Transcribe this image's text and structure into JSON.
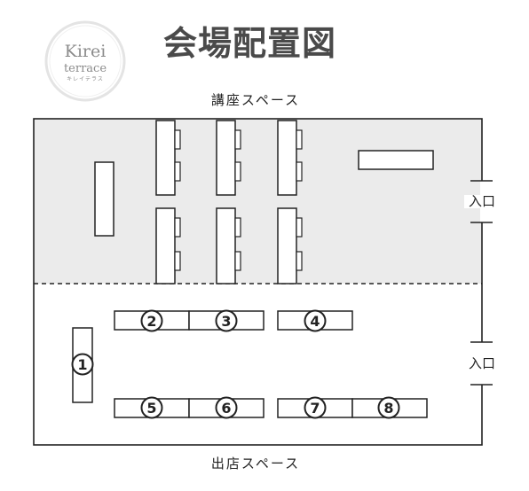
{
  "logo": {
    "name": "Kirei",
    "sub": "terrace",
    "kana": "キレイテラス"
  },
  "title": "会場配置図",
  "top_caption": "講座スペース",
  "bottom_caption": "出店スペース",
  "entrances": [
    {
      "label": "入口"
    },
    {
      "label": "入口"
    }
  ],
  "booths": [
    "①",
    "②",
    "③",
    "④",
    "⑤",
    "⑥",
    "⑦",
    "⑧"
  ],
  "colors": {
    "lecture_area_fill": "#ebebeb",
    "line": "#222222",
    "title": "#4a4a4a"
  }
}
